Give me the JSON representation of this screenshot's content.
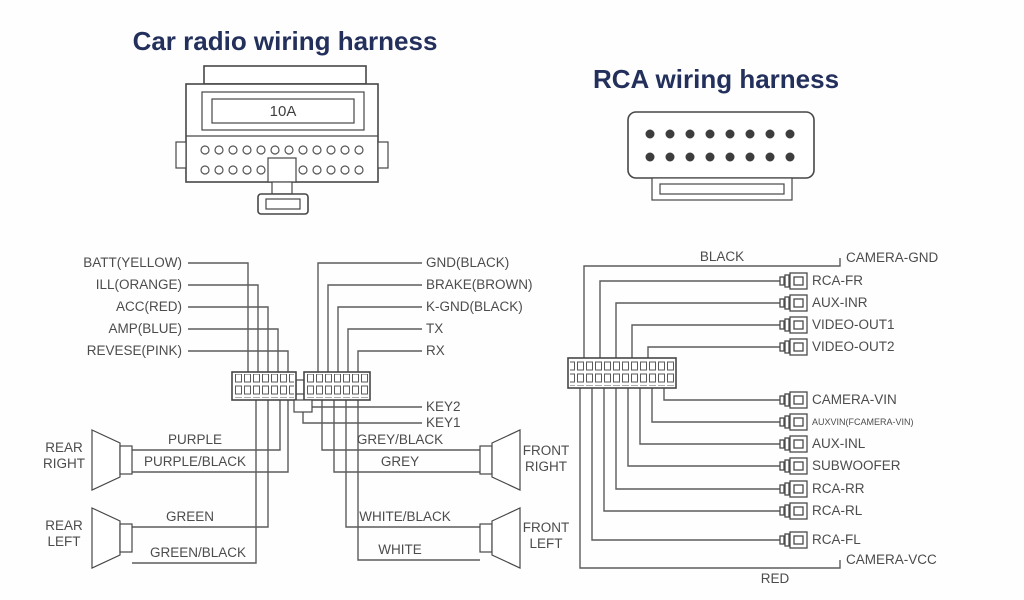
{
  "titles": {
    "car": "Car radio wiring harness",
    "rca": "RCA wiring harness"
  },
  "car_connector": {
    "fuse": "10A"
  },
  "left_pins": [
    "BATT(YELLOW)",
    "ILL(ORANGE)",
    "ACC(RED)",
    "AMP(BLUE)",
    "REVESE(PINK)"
  ],
  "right_pins": [
    "GND(BLACK)",
    "BRAKE(BROWN)",
    "K-GND(BLACK)",
    "TX",
    "RX"
  ],
  "keys": [
    "KEY2",
    "KEY1"
  ],
  "speakers": [
    {
      "name": [
        "REAR",
        "RIGHT"
      ],
      "wires": [
        "PURPLE",
        "PURPLE/BLACK"
      ]
    },
    {
      "name": [
        "FRONT",
        "RIGHT"
      ],
      "wires": [
        "GREY/BLACK",
        "GREY"
      ]
    },
    {
      "name": [
        "REAR",
        "LEFT"
      ],
      "wires": [
        "GREEN",
        "GREEN/BLACK"
      ]
    },
    {
      "name": [
        "FRONT",
        "LEFT"
      ],
      "wires": [
        "WHITE/BLACK",
        "WHITE"
      ]
    }
  ],
  "rca": {
    "top_wire": "BLACK",
    "top_jack": "CAMERA-GND",
    "bottom_wire": "RED",
    "bottom_jack": "CAMERA-VCC",
    "jacks": [
      "RCA-FR",
      "AUX-INR",
      "VIDEO-OUT1",
      "VIDEO-OUT2",
      "CAMERA-VIN",
      "AUXVIN(FCAMERA-VIN)",
      "AUX-INL",
      "SUBWOOFER",
      "RCA-RR",
      "RCA-RL",
      "RCA-FL"
    ]
  },
  "colors": {
    "ink": "#4c4c4c",
    "title": "#23305c"
  }
}
